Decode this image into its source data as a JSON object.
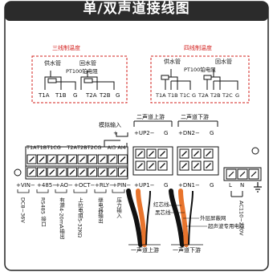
{
  "title": "单/双声道接线图",
  "rtd_left": {
    "heading": "三线制温度",
    "supply_pipe": "供水管",
    "return_pipe": "回水管",
    "sensor": "PT100铂电阻",
    "terminals": [
      "T1A",
      "T1B",
      "G",
      "T2A",
      "T2B",
      "G"
    ]
  },
  "rtd_right": {
    "heading": "四线制温度",
    "supply_pipe": "供水管",
    "return_pipe": "回水管",
    "sensor": "PT100铂电阻",
    "terminals": [
      "T1A",
      "T1B",
      "T1C",
      "G",
      "T2A",
      "T2B",
      "T2C",
      "G"
    ]
  },
  "top_strip": {
    "analog_input": "模拟输入",
    "plus": "+",
    "terminals": [
      "T1A",
      "T1B",
      "T1C",
      "G",
      "T2A",
      "T2B",
      "T2C",
      "G",
      "AI3",
      "AI4"
    ],
    "upstream_title": "二声道上游",
    "downstream_title": "二声道下游",
    "up2_plus": "+UP2−",
    "dn2_plus": "+DN2−",
    "g": "G"
  },
  "bottom_strip": {
    "groups": [
      "+VIN−",
      "+485−",
      "+AO−",
      "+OCT−",
      "+RLY−",
      "+PIN−"
    ],
    "up1": "+UP1−",
    "dn1": "+DN1−",
    "g": "G",
    "l": "L",
    "n": "N"
  },
  "descriptions": {
    "vin": "DC8~36V",
    "rs485": "RS485 接口",
    "ao": "有源4-20mA输出",
    "oct": "上拉电阻5-32KΩ",
    "rly": "继电器输出",
    "pin": "压力输入",
    "ac": "AC110~220V"
  },
  "cable_labels": {
    "red_core": "红芯线",
    "black_core": "黑芯线",
    "shield": "外层屏蔽网",
    "cable": "超声波专用电缆"
  },
  "channel_labels": {
    "ch1_upstream": "一声道上游",
    "ch1_downstream": "一声道下游"
  },
  "colors": {
    "title_bar": "#2b2b2b",
    "accent_red": "#d3201e",
    "cable_orange": "#e8742c",
    "terminal_border": "#111111"
  }
}
